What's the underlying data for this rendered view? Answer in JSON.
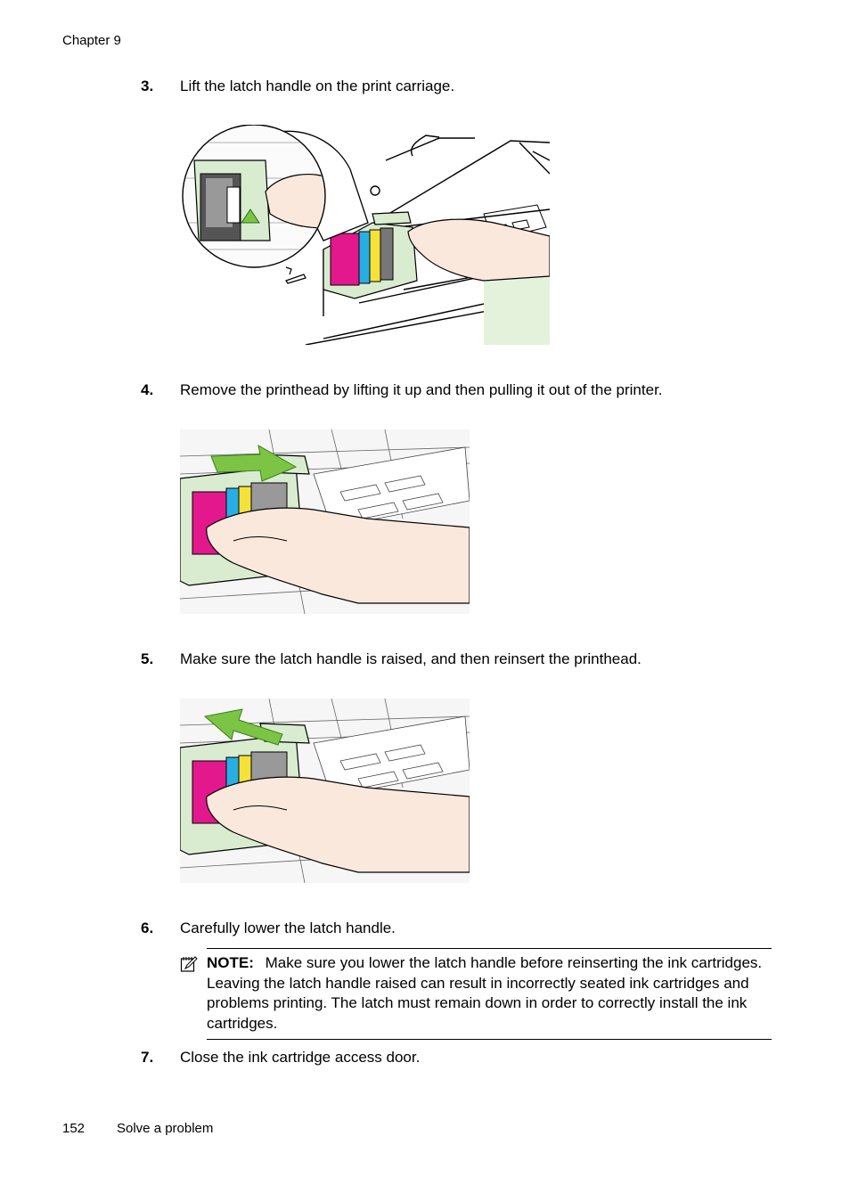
{
  "header": {
    "chapter": "Chapter 9"
  },
  "steps": [
    {
      "number": "3.",
      "text": "Lift the latch handle on the print carriage."
    },
    {
      "number": "4.",
      "text": "Remove the printhead by lifting it up and then pulling it out of the printer."
    },
    {
      "number": "5.",
      "text": "Make sure the latch handle is raised, and then reinsert the printhead."
    },
    {
      "number": "6.",
      "text": "Carefully lower the latch handle."
    },
    {
      "number": "7.",
      "text": "Close the ink cartridge access door."
    }
  ],
  "note": {
    "label": "NOTE:",
    "text": "Make sure you lower the latch handle before reinserting the ink cartridges. Leaving the latch handle raised can result in incorrectly seated ink cartridges and problems printing. The latch must remain down in order to correctly install the ink cartridges."
  },
  "footer": {
    "page_number": "152",
    "section_title": "Solve a problem"
  },
  "colors": {
    "green_light": "#d9ecd0",
    "magenta": "#e2188c",
    "cyan": "#29aee3",
    "yellow": "#f4e23a",
    "black_ink": "#3a3a3a",
    "skin": "#fbe8dc",
    "arrow_green": "#7cc443"
  }
}
